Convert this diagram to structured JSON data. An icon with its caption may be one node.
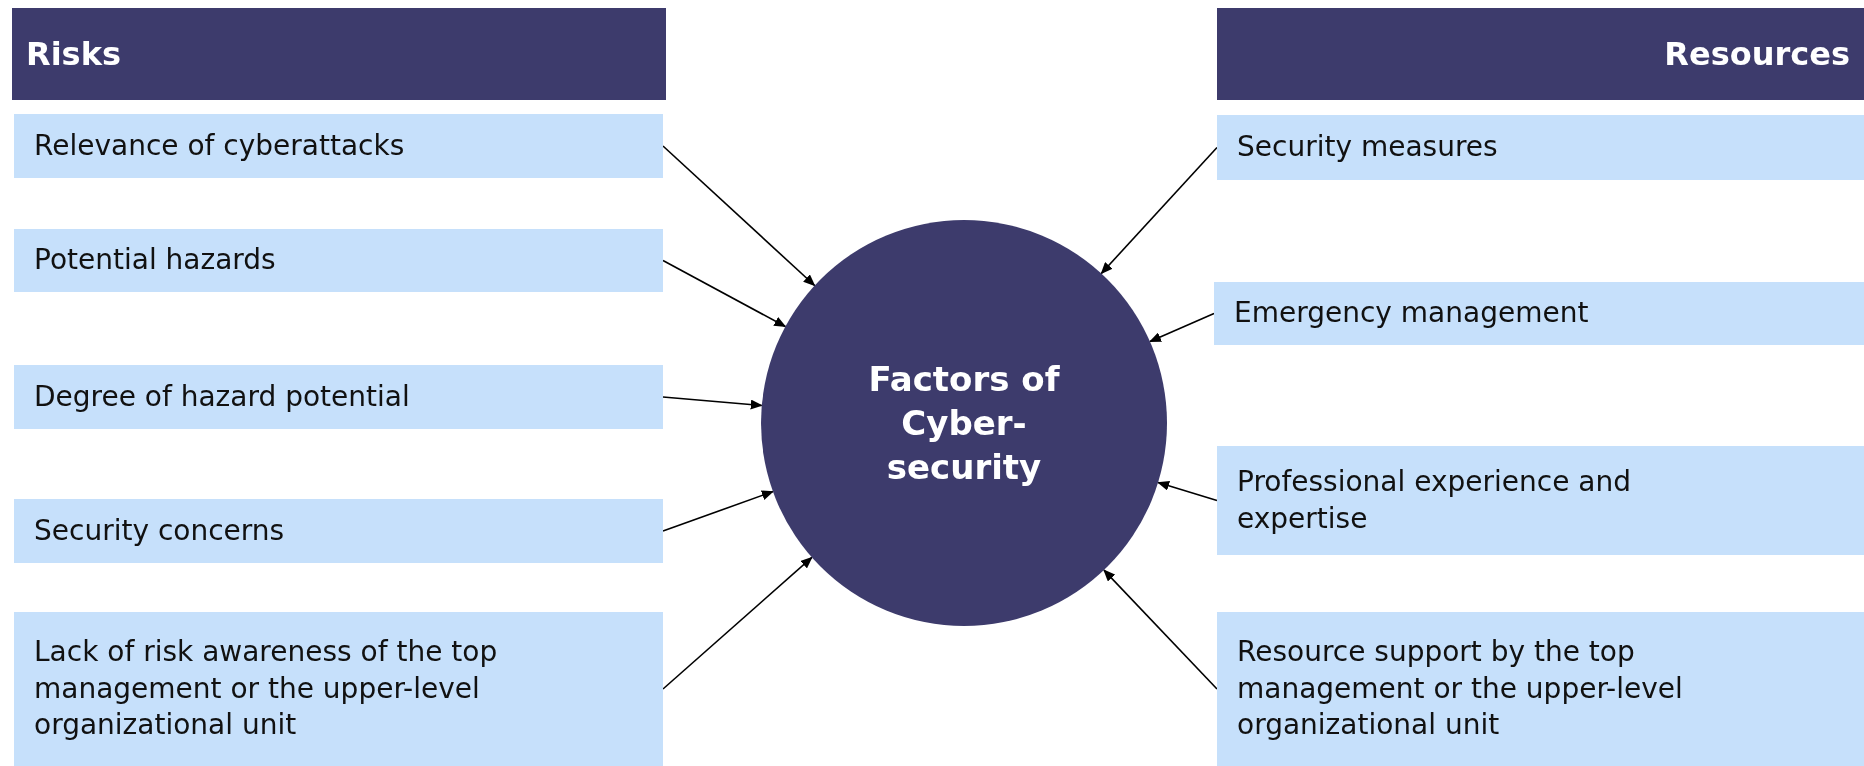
{
  "diagram": {
    "nodes": [
      {
        "text": [
          "Risks"
        ]
      },
      {
        "text": [
          "Relevance of cyberattacks"
        ]
      },
      {
        "text": [
          "Potential hazards"
        ]
      },
      {
        "text": [
          "Degree of hazard potential"
        ]
      },
      {
        "text": [
          "Security concerns"
        ]
      },
      {
        "text": [
          "Lack of risk awareness of the top management or the upper-level organizational unit"
        ]
      },
      {
        "text": [
          "Factors of Cyber-security"
        ]
      },
      {
        "text": [
          "Resources"
        ]
      },
      {
        "text": [
          "Security measures"
        ]
      },
      {
        "text": [
          "Emergency management"
        ]
      },
      {
        "text": [
          "Professional experience and expertise"
        ]
      },
      {
        "text": [
          "Resource support by the top management or the upper-level organizational unit"
        ]
      }
    ],
    "edges": [
      {
        "from": 1,
        "to": 6,
        "arrow": "to"
      },
      {
        "from": 2,
        "to": 6,
        "arrow": "to"
      },
      {
        "from": 3,
        "to": 6,
        "arrow": "to"
      },
      {
        "from": 4,
        "to": 6,
        "arrow": "to"
      },
      {
        "from": 5,
        "to": 6,
        "arrow": "to"
      },
      {
        "from": 8,
        "to": 6,
        "arrow": "to"
      },
      {
        "from": 9,
        "to": 6,
        "arrow": "to"
      },
      {
        "from": 10,
        "to": 6,
        "arrow": "to"
      },
      {
        "from": 11,
        "to": 6,
        "arrow": "to"
      }
    ]
  }
}
